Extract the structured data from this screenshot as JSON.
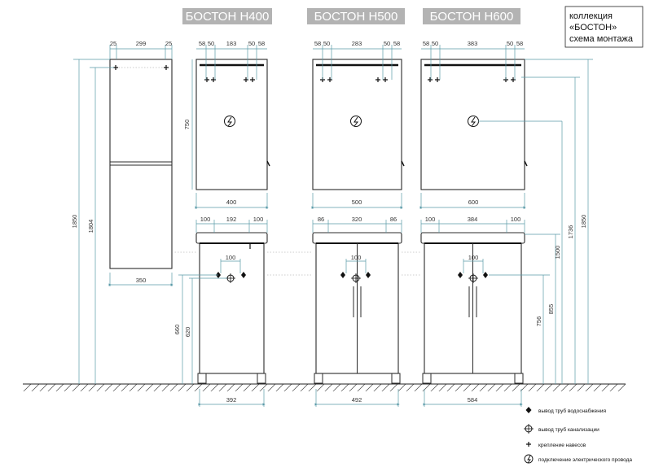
{
  "titles": {
    "h400": "БОСТОН Н400",
    "h500": "БОСТОН Н500",
    "h600": "БОСТОН Н600"
  },
  "info_box": {
    "line1": "коллекция",
    "line2": "«БОСТОН»",
    "line3": "схема монтажа"
  },
  "tall_cabinet": {
    "top_dims": [
      "25",
      "299",
      "25"
    ],
    "width": "350",
    "height_total": "1850",
    "height_inner": "1804"
  },
  "h400": {
    "top_dims": [
      "58",
      "50",
      "183",
      "50",
      "58"
    ],
    "wall_width": "400",
    "wall_height": "750",
    "base_top_dims": [
      "100",
      "192",
      "100"
    ],
    "pipe_spacing": "100",
    "base_width": "392",
    "h660": "660",
    "h620": "620"
  },
  "h500": {
    "top_dims": [
      "58",
      "50",
      "283",
      "50",
      "58"
    ],
    "wall_width": "500",
    "base_top_dims": [
      "86",
      "320",
      "86"
    ],
    "pipe_spacing": "100",
    "base_width": "492"
  },
  "h600": {
    "top_dims": [
      "58",
      "50",
      "383",
      "50",
      "58"
    ],
    "wall_width": "600",
    "base_top_dims": [
      "100",
      "384",
      "100"
    ],
    "pipe_spacing": "100",
    "base_width": "584",
    "h756": "756",
    "h855": "855",
    "h1500": "1500",
    "h1736": "1736",
    "h1850": "1850"
  },
  "legend": {
    "water": "вывод труб водоснабжения",
    "drain": "вывод труб канализации",
    "mount": "крепление навесов",
    "electric": "подключение электрического провода"
  },
  "colors": {
    "title_bg": "#b3b3b3",
    "dim_line": "#5a9aa8",
    "outline": "#2b2b2b"
  }
}
